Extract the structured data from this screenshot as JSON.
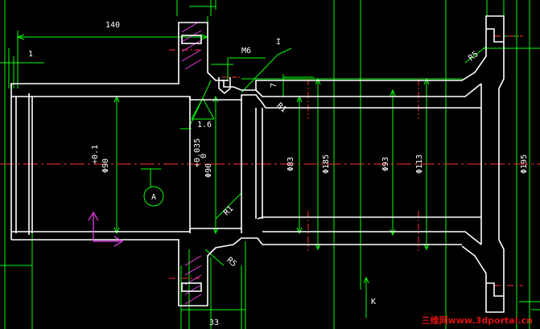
{
  "colors": {
    "background": "#000000",
    "outline": "#ffffff",
    "dimension": "#00ff00",
    "centerline": "#ff3030",
    "hatch": "#ff40ff",
    "ucs": "#ff40ff",
    "watermark": "#e01010"
  },
  "dimensions": {
    "length_140": "140",
    "length_1": "1",
    "length_33": "33",
    "thread_m6": "M6",
    "detail_i": "I",
    "detail_k": "K",
    "small_7": "7",
    "fillet_r5_top": "R5",
    "fillet_r5_bottom": "R5",
    "fillet_r1_bottom": "R1",
    "fillet_r1_inner": "R1",
    "roughness": "1.6",
    "datum_a": "A",
    "dia_90_tol_upper": "+0.1",
    "dia_90": "Φ90",
    "dia_90h_tol_upper": "+0.035",
    "dia_90h_tol_lower": "0",
    "dia_90h": "Φ90",
    "dia_83": "Φ83",
    "dia_185": "Φ185",
    "dia_93": "Φ93",
    "dia_113": "Φ113",
    "dia_195": "Φ195"
  },
  "watermark": {
    "text": "三维网www.3dportal.cn"
  }
}
